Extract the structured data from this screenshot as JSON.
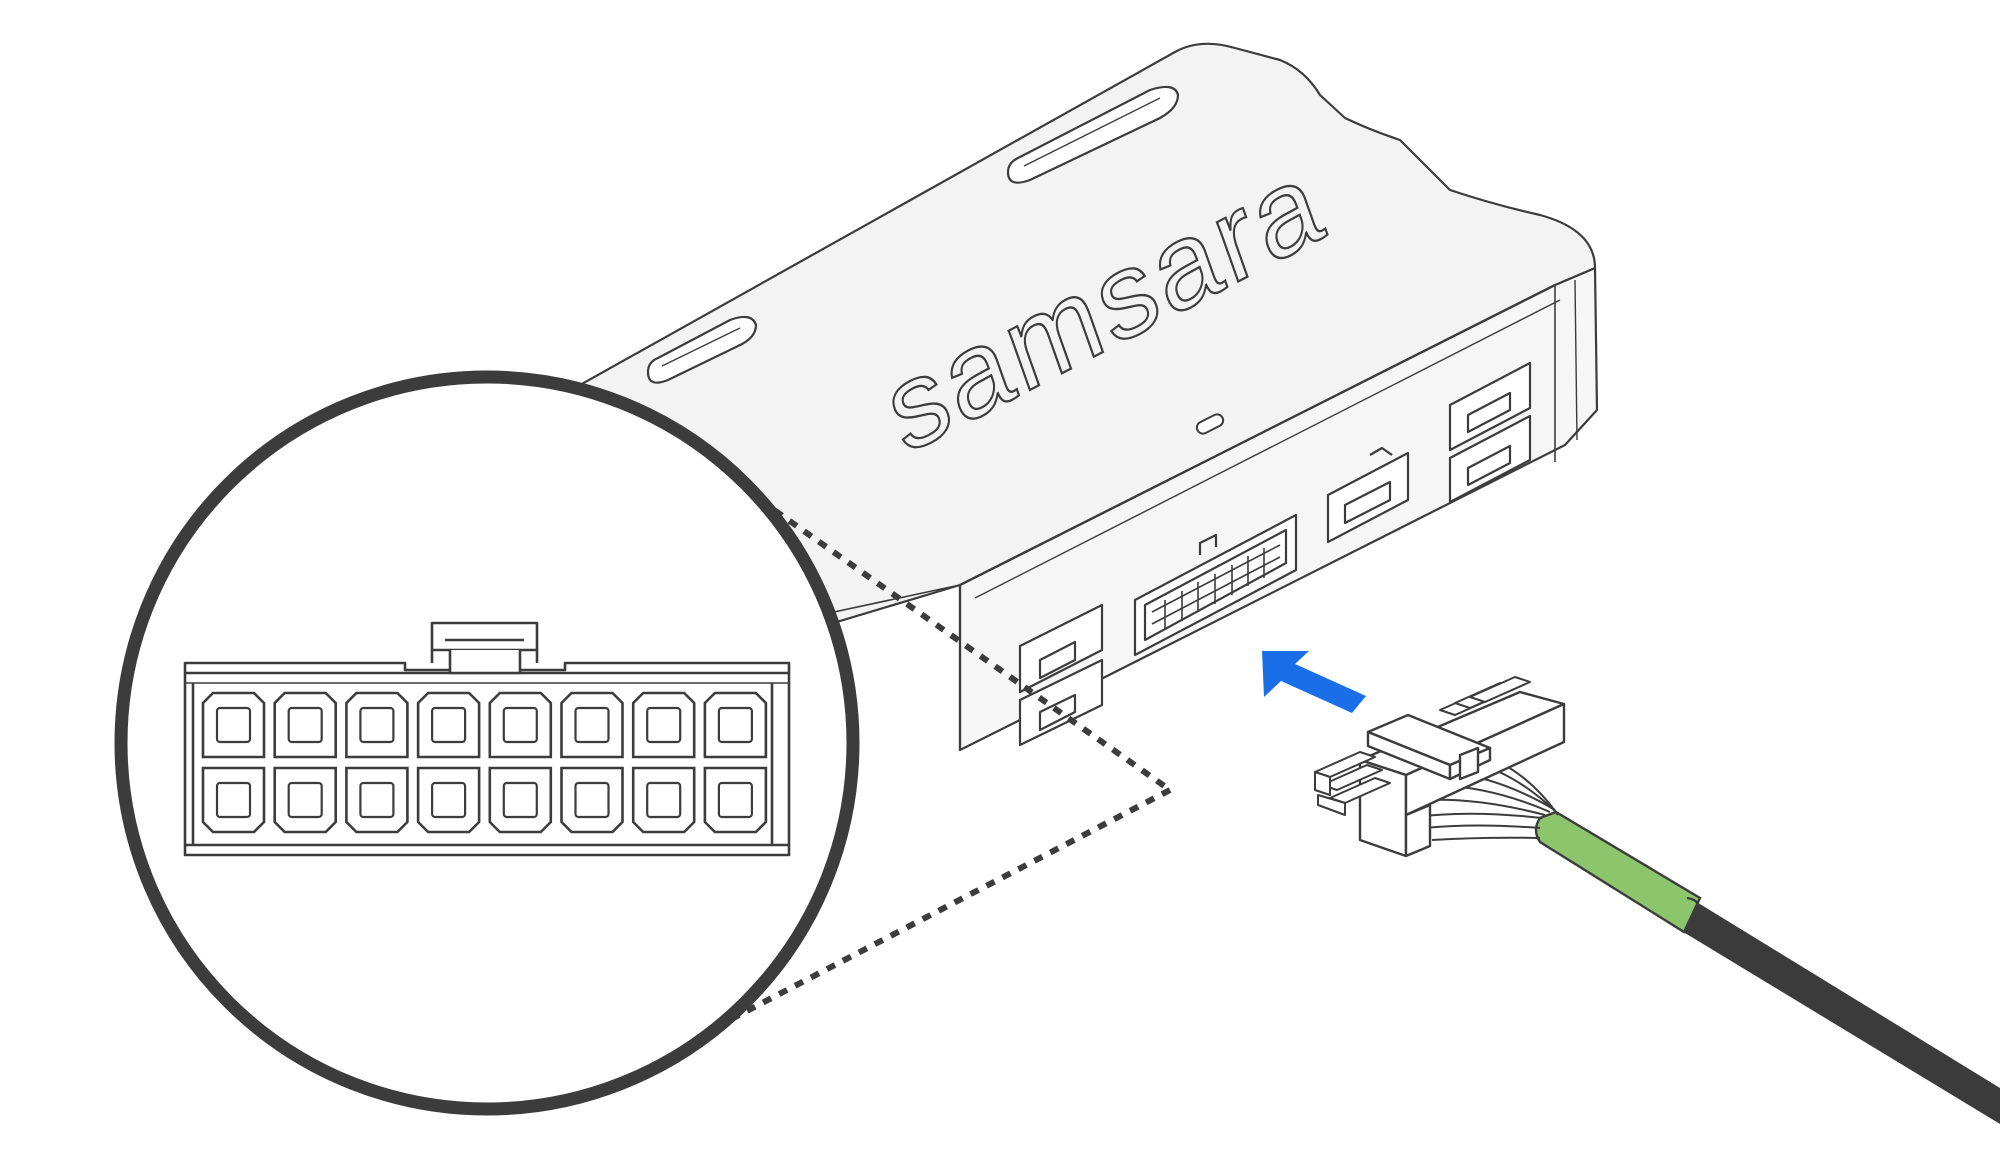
{
  "device": {
    "brand": "samsara",
    "body_color": "#f3f3f3",
    "outline_color": "#3c3c3c"
  },
  "arrow": {
    "color": "#1a6fe8",
    "direction": "toward-port"
  },
  "cable": {
    "jacket_color": "#3b3b3b",
    "sleeve_color": "#8dc56c"
  },
  "zoom_callout": {
    "circle_color": "#3c3c3c",
    "pin_rows": 2,
    "pins_per_row": 8
  },
  "icons": [
    "device-icon",
    "connector-icon",
    "cable-icon",
    "arrow-icon",
    "magnifier-callout-icon"
  ]
}
